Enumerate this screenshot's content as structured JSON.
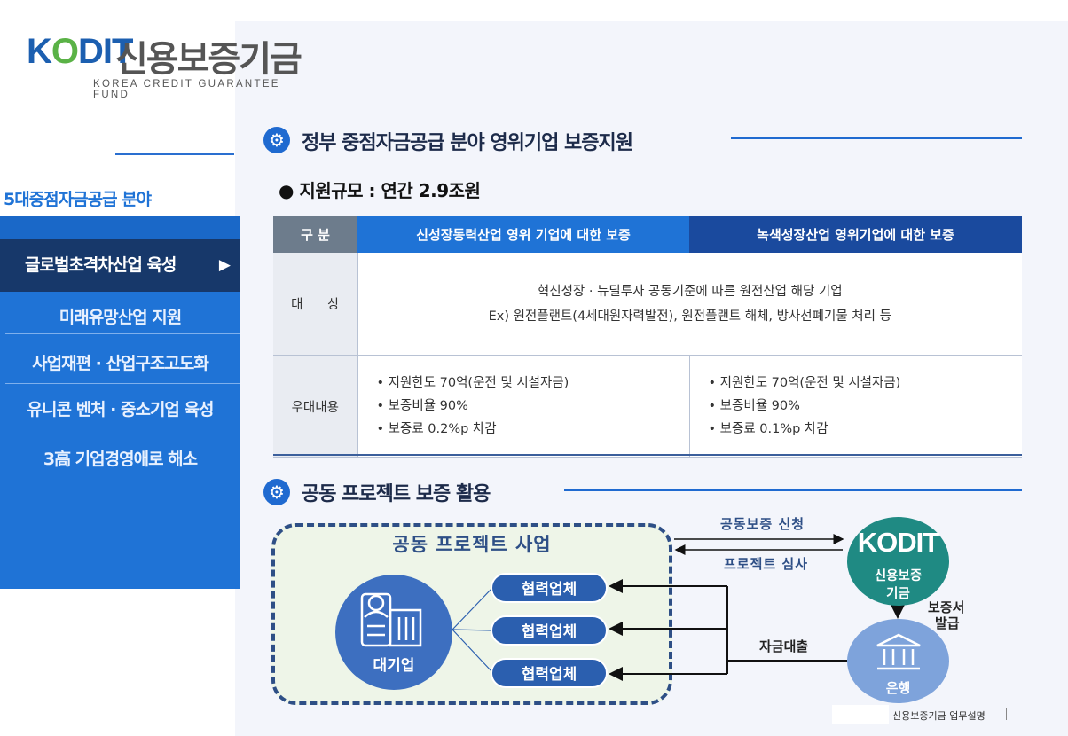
{
  "logo": {
    "mark_k": "K",
    "mark_o": "O",
    "mark_dit": "DIT",
    "korean": "신용보증기금",
    "english": "KOREA CREDIT GUARANTEE FUND"
  },
  "sidebar": {
    "title": "5대중점자금공급 분야",
    "items": [
      {
        "label": "글로벌초격차산업 육성",
        "active": true
      },
      {
        "label": "미래유망산업 지원"
      },
      {
        "label": "사업재편 · 산업구조고도화"
      },
      {
        "label": "유니콘 벤처  · 중소기업 육성"
      },
      {
        "label": "3高 기업경영애로 해소"
      }
    ],
    "arrow": "▶"
  },
  "section1": {
    "icon": "gear-icon",
    "title": "정부 중점자금공급 분야 영위기업 보증지원",
    "scale": "● 지원규모 : 연간 2.9조원"
  },
  "table": {
    "headers": [
      "구 분",
      "신성장동력산업 영위 기업에 대한 보증",
      "녹색성장산업 영위기업에 대한 보증"
    ],
    "target": {
      "label": "대      상",
      "line1": "혁신성장 · 뉴딜투자 공동기준에 따른 원전산업 해당 기업",
      "line2": "Ex) 원전플랜트(4세대원자력발전), 원전플랜트 해체, 방사선폐기물 처리  등"
    },
    "benefit": {
      "label": "우대내용",
      "col1": [
        "지원한도 70억(운전 및 시설자금)",
        "보증비율 90%",
        "보증료  0.2%p 차감"
      ],
      "col2": [
        "지원한도 70억(운전 및 시설자금)",
        "보증비율 90%",
        "보증료 0.1%p 차감"
      ]
    }
  },
  "section2": {
    "icon": "gear-icon",
    "title": "공동 프로젝트 보증 활용"
  },
  "diagram": {
    "project_title": "공동  프로젝트  사업",
    "big_company": "대기업",
    "partners": [
      "협력업체",
      "협력업체",
      "협력업체"
    ],
    "kodit_logo": "KODIT",
    "kodit_name_1": "신용보증",
    "kodit_name_2": "기금",
    "bank": "은행",
    "apply_label": "공동보증 신청",
    "review_label": "프로젝트 심사",
    "loan_label": "자금대출",
    "issue_label_1": "보증서",
    "issue_label_2": "발급"
  },
  "footer": {
    "text": "신용보증기금 업무설명"
  },
  "colors": {
    "primary_blue": "#1f73d6",
    "navy": "#17386a",
    "teal": "#1f8a83",
    "green_logo": "#5ab246"
  }
}
